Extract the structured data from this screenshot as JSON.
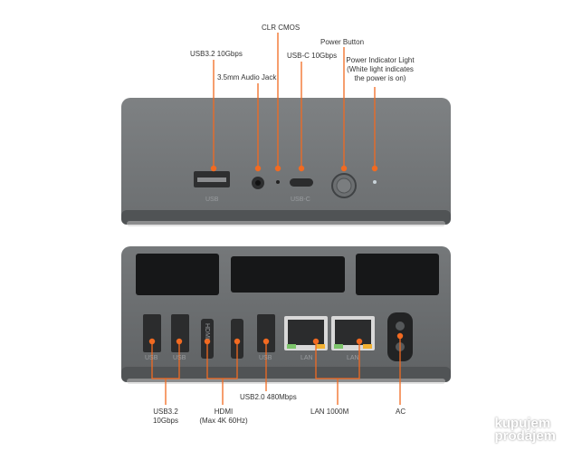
{
  "front_labels": {
    "usb32": "USB3.2 10Gbps",
    "audio": "3.5mm Audio Jack",
    "clr": "CLR CMOS",
    "usbc": "USB-C 10Gbps",
    "power": "Power Button",
    "indicator_title": "Power Indicator Light",
    "indicator_note1": "(White light indicates",
    "indicator_note2": "the power is on)"
  },
  "front_port_text": {
    "usb": "USB",
    "usbc": "USB-C"
  },
  "back_labels": {
    "usb32_a": "USB3.2",
    "usb32_b": "10Gbps",
    "hdmi_a": "HDMI",
    "hdmi_b": "(Max 4K 60Hz)",
    "usb20": "USB2.0 480Mbps",
    "lan": "LAN 1000M",
    "ac": "AC"
  },
  "back_port_text": {
    "usb": "USB",
    "hdmi": "HDMI",
    "lan": "LAN"
  },
  "watermark": {
    "line1": "kupujem",
    "line2": "prodajem"
  },
  "colors": {
    "accent": "#f26a21",
    "body": "#6f7274",
    "body_dark": "#55585a",
    "background": "#ffffff"
  }
}
